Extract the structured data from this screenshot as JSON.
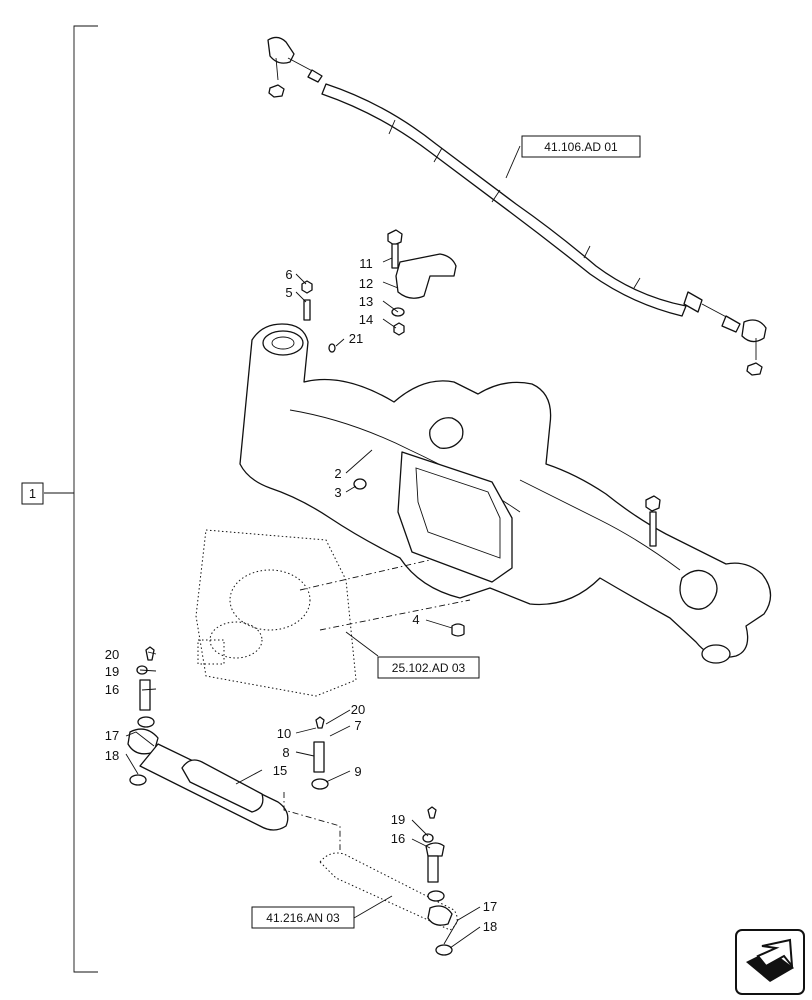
{
  "group_label": "1",
  "references": {
    "tie_rod": "41.106.AD 01",
    "final_drive": "25.102.AD 03",
    "cylinder": "41.216.AN 03"
  },
  "callouts": {
    "c2": "2",
    "c3": "3",
    "c4": "4",
    "c5": "5",
    "c6": "6",
    "c7": "7",
    "c8": "8",
    "c9": "9",
    "c10": "10",
    "c11": "11",
    "c12": "12",
    "c13": "13",
    "c14": "14",
    "c15": "15",
    "c16a": "16",
    "c16b": "16",
    "c17a": "17",
    "c17b": "17",
    "c18a": "18",
    "c18b": "18",
    "c19a": "19",
    "c19b": "19",
    "c20a": "20",
    "c20b": "20",
    "c21": "21"
  },
  "icons": {
    "corner": "next-page-arrow-icon"
  }
}
